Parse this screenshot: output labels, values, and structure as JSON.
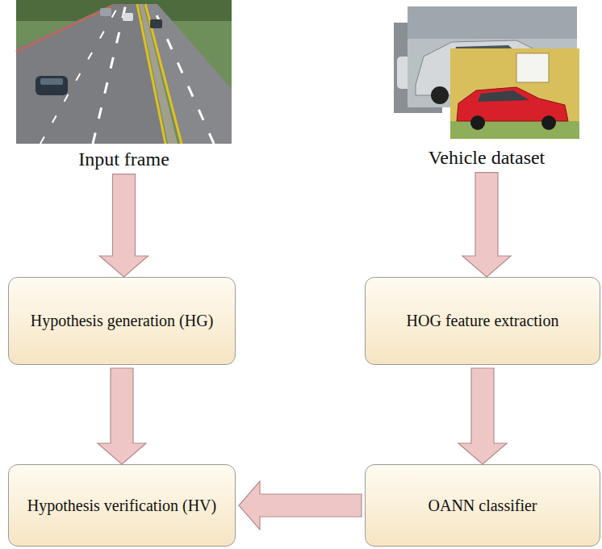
{
  "diagram": {
    "nodes": [
      {
        "text": [
          "Input frame"
        ]
      },
      {
        "text": [
          "Vehicle dataset"
        ]
      },
      {
        "text": [
          "Hypothesis generation (HG)"
        ]
      },
      {
        "text": [
          "HOG feature extraction"
        ]
      },
      {
        "text": [
          "Hypothesis verification (HV)"
        ]
      },
      {
        "text": [
          "OANN classifier"
        ]
      }
    ],
    "edges": [
      {
        "from": 0,
        "to": 2,
        "arrow": "to"
      },
      {
        "from": 2,
        "to": 4,
        "arrow": "to"
      },
      {
        "from": 1,
        "to": 3,
        "arrow": "to"
      },
      {
        "from": 3,
        "to": 5,
        "arrow": "to"
      },
      {
        "from": 5,
        "to": 4,
        "arrow": "to"
      }
    ]
  }
}
